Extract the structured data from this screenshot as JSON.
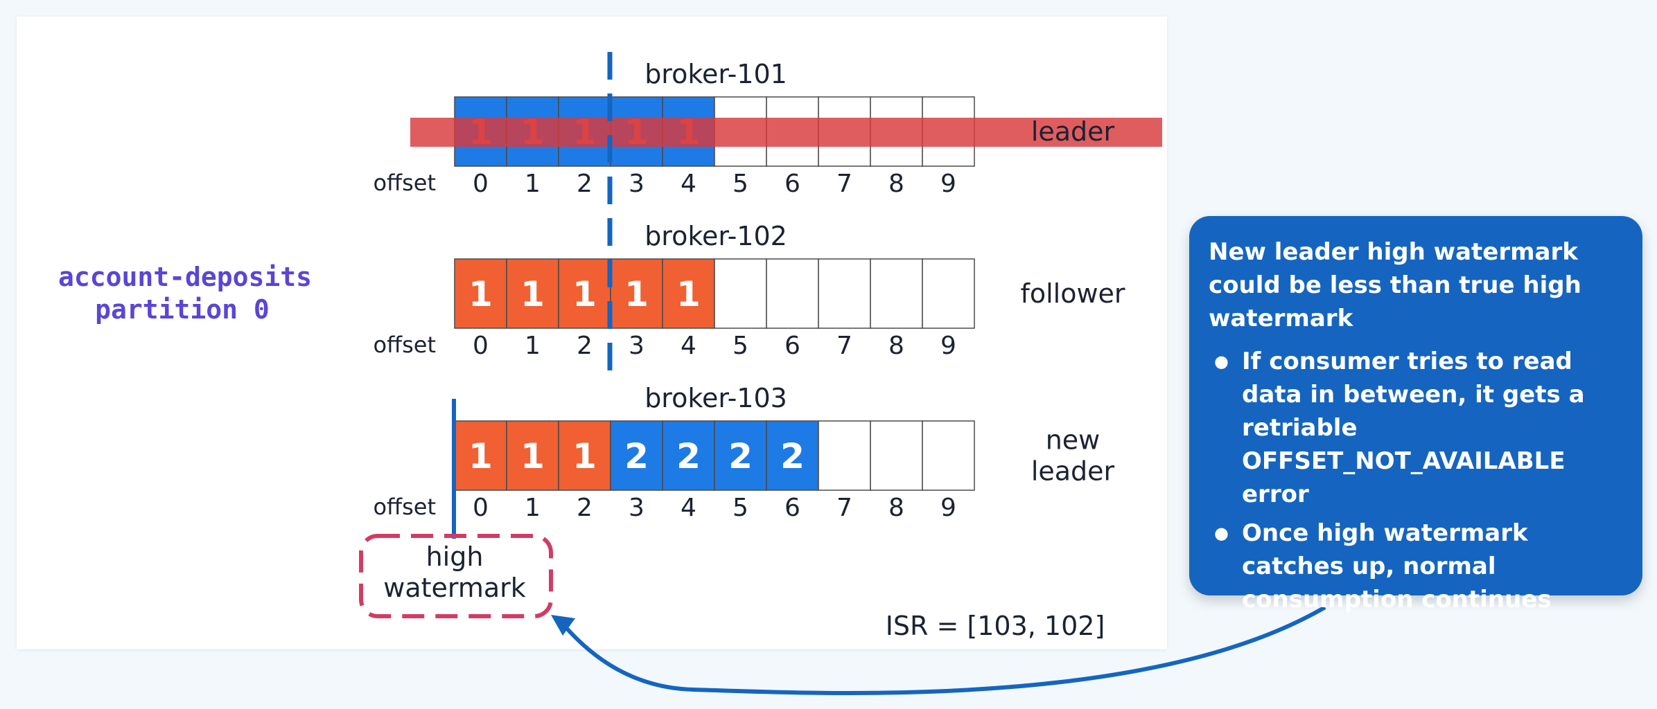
{
  "topic": {
    "line1": "account-deposits",
    "line2": "partition 0"
  },
  "offset_label": "offset",
  "offsets": [
    "0",
    "1",
    "2",
    "3",
    "4",
    "5",
    "6",
    "7",
    "8",
    "9"
  ],
  "brokers": [
    {
      "name": "broker-101",
      "role_lines": [
        "leader"
      ],
      "cells": [
        "1",
        "1",
        "1",
        "1",
        "1",
        "",
        "",
        "",
        "",
        ""
      ],
      "cell_colors": [
        "blue",
        "blue",
        "blue",
        "blue",
        "blue",
        "empty",
        "empty",
        "empty",
        "empty",
        "empty"
      ]
    },
    {
      "name": "broker-102",
      "role_lines": [
        "follower"
      ],
      "cells": [
        "1",
        "1",
        "1",
        "1",
        "1",
        "",
        "",
        "",
        "",
        ""
      ],
      "cell_colors": [
        "orange",
        "orange",
        "orange",
        "orange",
        "orange",
        "empty",
        "empty",
        "empty",
        "empty",
        "empty"
      ]
    },
    {
      "name": "broker-103",
      "role_lines": [
        "new",
        "leader"
      ],
      "cells": [
        "1",
        "1",
        "1",
        "2",
        "2",
        "2",
        "2",
        "",
        "",
        ""
      ],
      "cell_colors": [
        "orange",
        "orange",
        "orange",
        "blue",
        "blue",
        "blue",
        "blue",
        "empty",
        "empty",
        "empty"
      ]
    }
  ],
  "high_watermark": {
    "line1": "high",
    "line2": "watermark"
  },
  "isr": "ISR = [103, 102]",
  "callout": {
    "heading": "New leader high watermark could be less than true high watermark",
    "bullets": [
      "If consumer tries to read data in between, it gets a retriable OFFSET_NOT_AVAILABLE error",
      "Once high watermark catches up, normal consumption continues"
    ]
  },
  "colors": {
    "blue": "#1e7be6",
    "orange": "#f06032",
    "empty": "#ffffff",
    "leader_band": "#d9393c",
    "watermark_line": "#1565c0",
    "watermark_box": "#d23c64",
    "callout_bg": "#1565c0"
  }
}
